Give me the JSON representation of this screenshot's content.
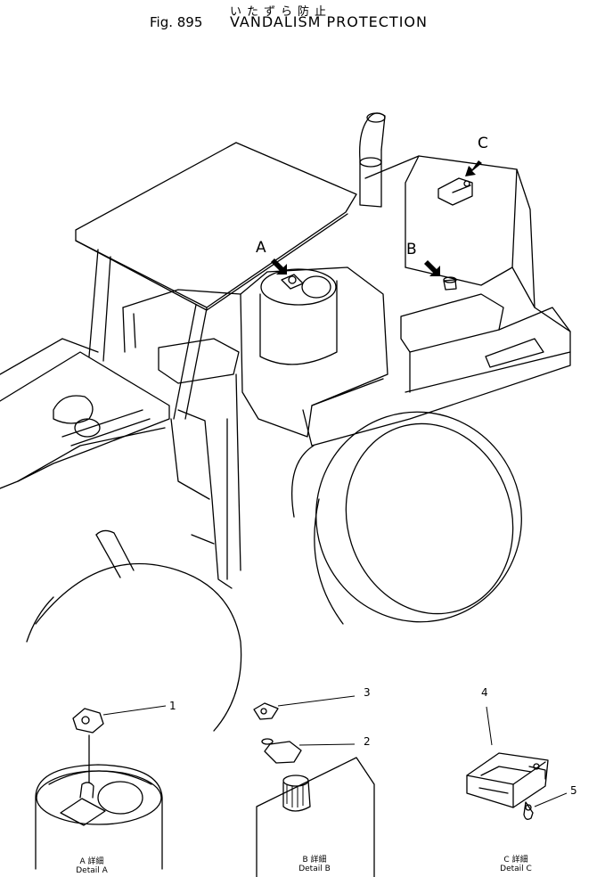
{
  "header": {
    "title_jp": "いたずら防止",
    "fig_label": "Fig. 895",
    "title": "VANDALISM PROTECTION"
  },
  "callouts": {
    "a": "A",
    "b": "B",
    "c": "C"
  },
  "parts": [
    "1",
    "2",
    "3",
    "4",
    "5"
  ],
  "details": {
    "a_jp": "A 詳細",
    "a_en": "Detail A",
    "b_jp": "B 詳細",
    "b_en": "Detail B",
    "c_jp": "C 詳細",
    "c_en": "Detail C"
  }
}
